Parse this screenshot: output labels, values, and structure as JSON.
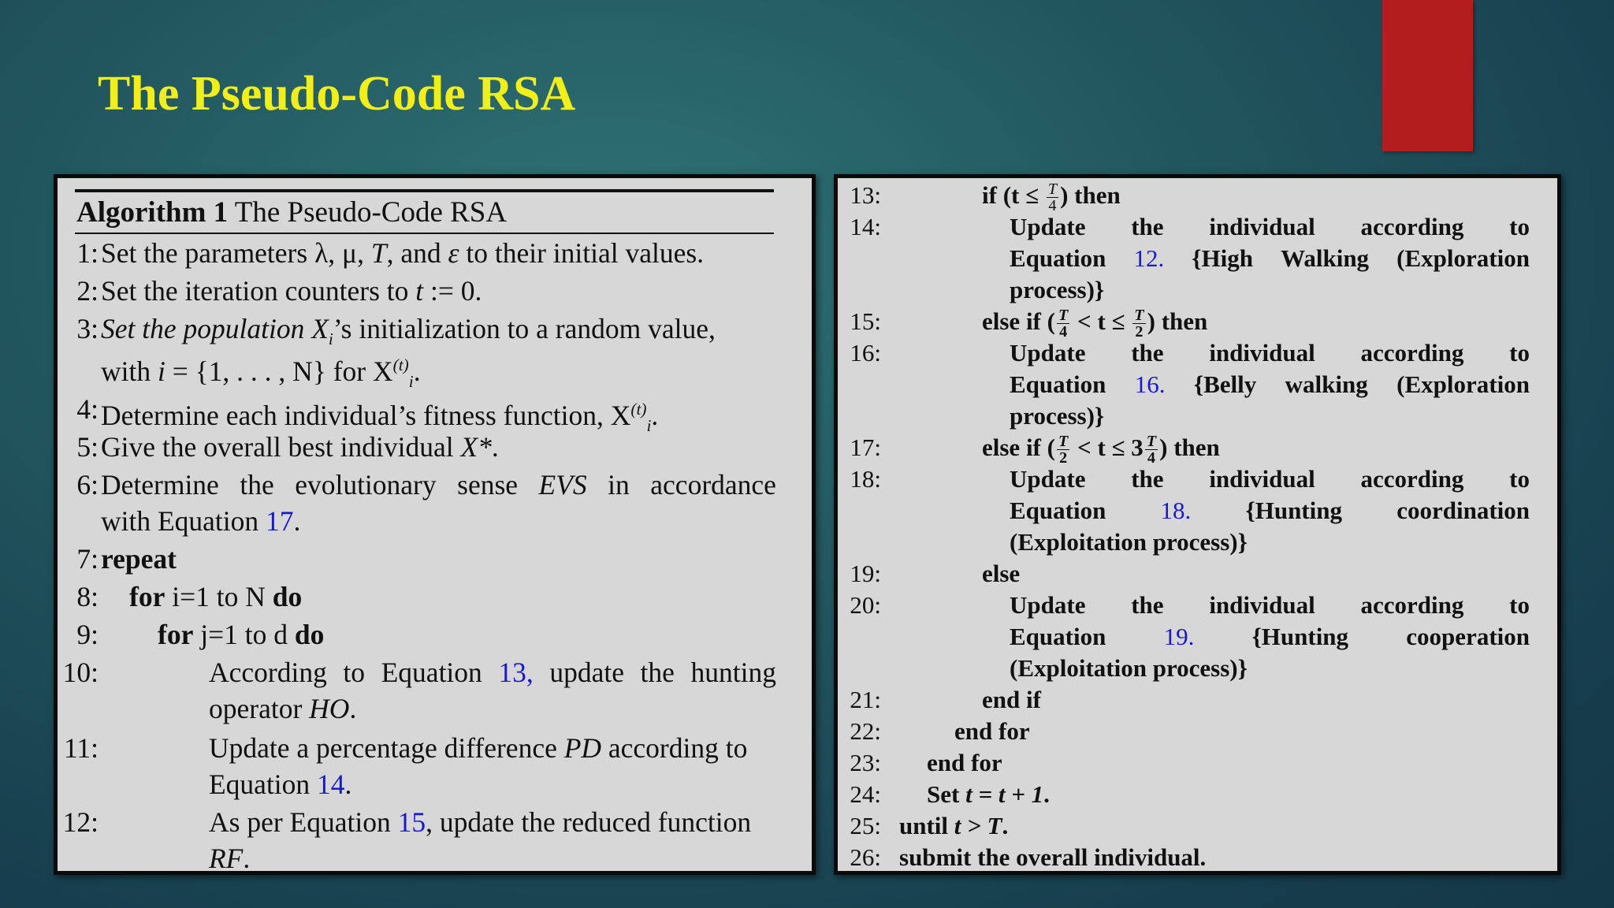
{
  "slide": {
    "title": "The Pseudo-Code RSA",
    "accent_color": "#b31d1d",
    "title_color": "#f2ee18"
  },
  "algorithm": {
    "label": "Algorithm 1",
    "name": "The Pseudo-Code RSA",
    "numbers": [
      "1:",
      "2:",
      "3:",
      "4:",
      "5:",
      "6:",
      "7:",
      "8:",
      "9:",
      "10:",
      "11:",
      "12:",
      "13:",
      "14:",
      "15:",
      "16:",
      "17:",
      "18:",
      "19:",
      "20:",
      "21:",
      "22:",
      "23:",
      "24:",
      "25:",
      "26:"
    ],
    "lines": {
      "l1a": "Set the parameters λ, μ, ",
      "l1b": "T",
      "l1c": ", and ",
      "l1d": "ε",
      "l1e": " to their initial values.",
      "l2a": "Set the iteration counters to ",
      "l2b": "t",
      "l2c": " := 0.",
      "l3a": "Set the population X",
      "l3b": "i",
      "l3c": "’s initialization to a random value,",
      "l3d": "with ",
      "l3e": "i",
      "l3f": " = {1, . . . , N} for X",
      "l3g": "(t)",
      "l3h": "i",
      "l3i": ".",
      "l4a": "Determine each individual’s fitness function, X",
      "l4b": "(t)",
      "l4c": "i",
      "l4d": ".",
      "l5a": "Give the overall best individual ",
      "l5b": "X*",
      "l5c": ".",
      "l6a": [
        "Determine",
        "the",
        "evolutionary",
        "sense",
        "EVS",
        "in",
        "accordance"
      ],
      "l6b": "with Equation ",
      "l6c": "17",
      "l6d": ".",
      "l7": "repeat",
      "l8a": "for",
      "l8b": " i=1 to N ",
      "l8c": "do",
      "l9a": "for",
      "l9b": " j=1 to d ",
      "l9c": "do",
      "l10a": [
        "According",
        "to",
        "Equation",
        "13,",
        "update",
        "the",
        "hunting"
      ],
      "l10b": "operator ",
      "l10c": "HO",
      "l10d": ".",
      "l11a": "Update a percentage difference ",
      "l11b": "PD",
      "l11c": " according to",
      "l11d": "Equation ",
      "l11e": "14",
      "l11f": ".",
      "l12a": "As per Equation ",
      "l12b": "15",
      "l12c": ", update the reduced function",
      "l12d": "RF",
      "l12e": ".",
      "l13a": "if",
      "l13b": " (t ≤ ",
      "l13c": ") ",
      "l13d": "then",
      "frac_T": "T",
      "frac_4": "4",
      "frac_2": "2",
      "l14a": [
        "Update",
        "the",
        "individual",
        "according",
        "to"
      ],
      "l14b": [
        "Equation",
        "12.",
        "{High",
        "Walking",
        "(Exploration"
      ],
      "l14c": "process)}",
      "l15a": "else if",
      "l15b": " (",
      "l15c": " < t ≤ ",
      "l15d": ") ",
      "l15e": "then",
      "l16a": [
        "Update",
        "the",
        "individual",
        "according",
        "to"
      ],
      "l16b": [
        "Equation",
        "16.",
        "{Belly",
        "walking",
        "(Exploration"
      ],
      "l16c": "process)}",
      "l17a": "else if",
      "l17b": " (",
      "l17c": " < t ≤ 3",
      "l17d": ") ",
      "l17e": "then",
      "l18a": [
        "Update",
        "the",
        "individual",
        "according",
        "to"
      ],
      "l18b": [
        "Equation",
        "18.",
        "{Hunting",
        "coordination"
      ],
      "l18c": "(Exploitation process)}",
      "l19": "else",
      "l20a": [
        "Update",
        "the",
        "individual",
        "according",
        "to"
      ],
      "l20b": [
        "Equation",
        "19.",
        "{Hunting",
        "cooperation"
      ],
      "l20c": "(Exploitation process)}",
      "l21": "end if",
      "l22": "end for",
      "l23": "end for",
      "l24a": "Set ",
      "l24b": "t = t + 1",
      "l24c": ".",
      "l25a": "until",
      "l25b": " t > T",
      "l25c": ".",
      "l26a": "submit",
      "l26b": " the overall individual."
    }
  }
}
